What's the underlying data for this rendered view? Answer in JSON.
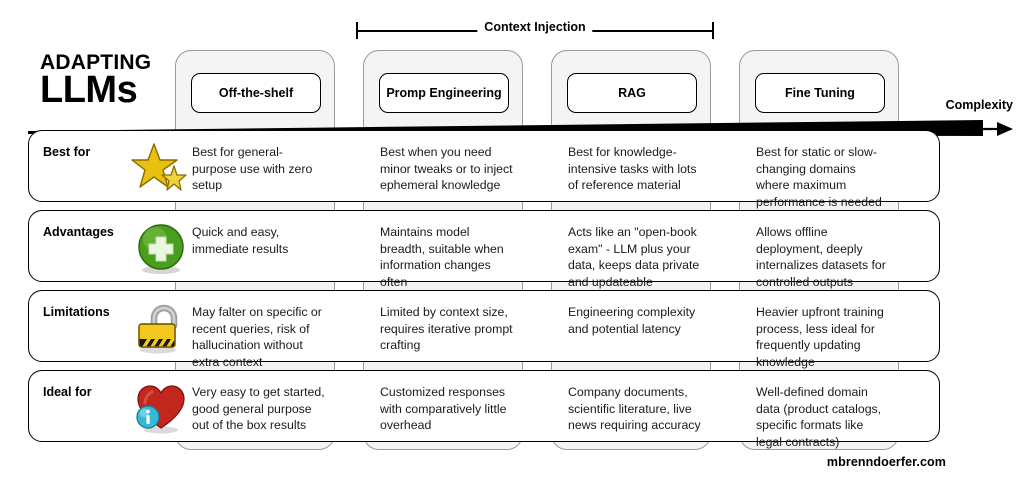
{
  "title": {
    "line1": "ADAPTING",
    "line2": "LLMs"
  },
  "bracket": {
    "label": "Context Injection"
  },
  "axis": {
    "label": "Complexity"
  },
  "columns": [
    {
      "id": "off-the-shelf",
      "label": "Off-the-shelf"
    },
    {
      "id": "prompt-engineering",
      "label": "Promp Engineering"
    },
    {
      "id": "rag",
      "label": "RAG"
    },
    {
      "id": "fine-tuning",
      "label": "Fine Tuning"
    }
  ],
  "rows": [
    {
      "id": "best-for",
      "label": "Best for",
      "icon": "star-icon",
      "cells": [
        "Best for general-\npurpose use with zero\nsetup",
        "Best when you need\nminor tweaks or to inject\nephemeral knowledge",
        "Best for knowledge-\nintensive tasks with lots\nof reference material",
        "Best for static or slow-\nchanging domains\nwhere maximum\nperformance is needed"
      ]
    },
    {
      "id": "advantages",
      "label": "Advantages",
      "icon": "green-plus-icon",
      "cells": [
        "Quick and easy,\nimmediate results",
        "Maintains model\nbreadth, suitable when\ninformation changes\noften",
        "Acts like an \"open-book\nexam\" - LLM plus your\ndata, keeps data private\nand updateable",
        "Allows offline\ndeployment, deeply\ninternalizes datasets for\ncontrolled outputs"
      ]
    },
    {
      "id": "limitations",
      "label": "Limitations",
      "icon": "open-padlock-icon",
      "cells": [
        "May falter on specific or\nrecent queries, risk of\nhallucination without\nextra context",
        "Limited by context size,\nrequires iterative prompt\ncrafting",
        "Engineering complexity\nand potential latency",
        "Heavier upfront training\nprocess, less ideal for\nfrequently updating\nknowledge"
      ]
    },
    {
      "id": "ideal-for",
      "label": "Ideal for",
      "icon": "heart-info-icon",
      "cells": [
        "Very easy to get started,\ngood general purpose\nout of the box results",
        "Customized responses\nwith comparatively little\noverhead",
        "Company documents,\nscientific literature, live\nnews requiring accuracy",
        "Well-defined domain\ndata (product catalogs,\nspecific formats like\nlegal contracts)"
      ]
    }
  ],
  "footer": {
    "watermark": "mbrenndoerfer.com"
  },
  "colors": {
    "tube_fill": "#f4f4f4",
    "tube_border": "#9a9a9a",
    "card_border": "#000000",
    "arrow": "#000000",
    "star": "#e8c010",
    "plus": "#4a9e1e",
    "lock": "#f2c81e",
    "heart": "#c1271c",
    "info": "#35b9d6"
  }
}
